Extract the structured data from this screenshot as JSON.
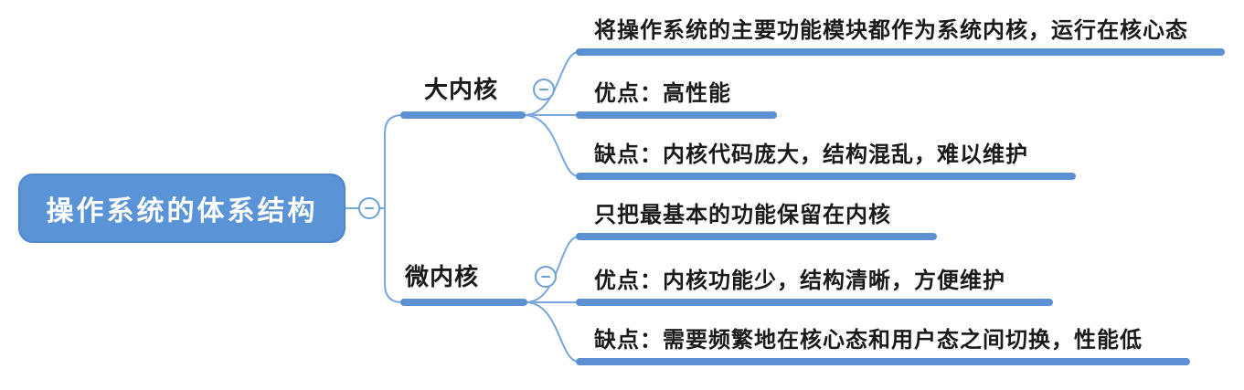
{
  "diagram_type": "mindmap",
  "root": {
    "label": "操作系统的体系结构"
  },
  "branches": [
    {
      "label": "大内核",
      "children": [
        {
          "label": "将操作系统的主要功能模块都作为系统内核，运行在核心态"
        },
        {
          "label": "优点：高性能"
        },
        {
          "label": "缺点：内核代码庞大，结构混乱，难以维护"
        }
      ]
    },
    {
      "label": "微内核",
      "children": [
        {
          "label": "只把最基本的功能保留在内核"
        },
        {
          "label": "优点：内核功能少，结构清晰，方便维护"
        },
        {
          "label": "缺点：需要频繁地在核心态和用户态之间切换，性能低"
        }
      ]
    }
  ],
  "icons": {
    "collapse": "minus-circle-icon"
  },
  "colors": {
    "root_fill": "#5a93d6",
    "root_border": "#5088cc",
    "root_text": "#ffffff",
    "underline_bar": "#5b90d2",
    "connector_line": "#7aa6dd",
    "topic_text": "#1a1a1a",
    "background": "#ffffff"
  }
}
